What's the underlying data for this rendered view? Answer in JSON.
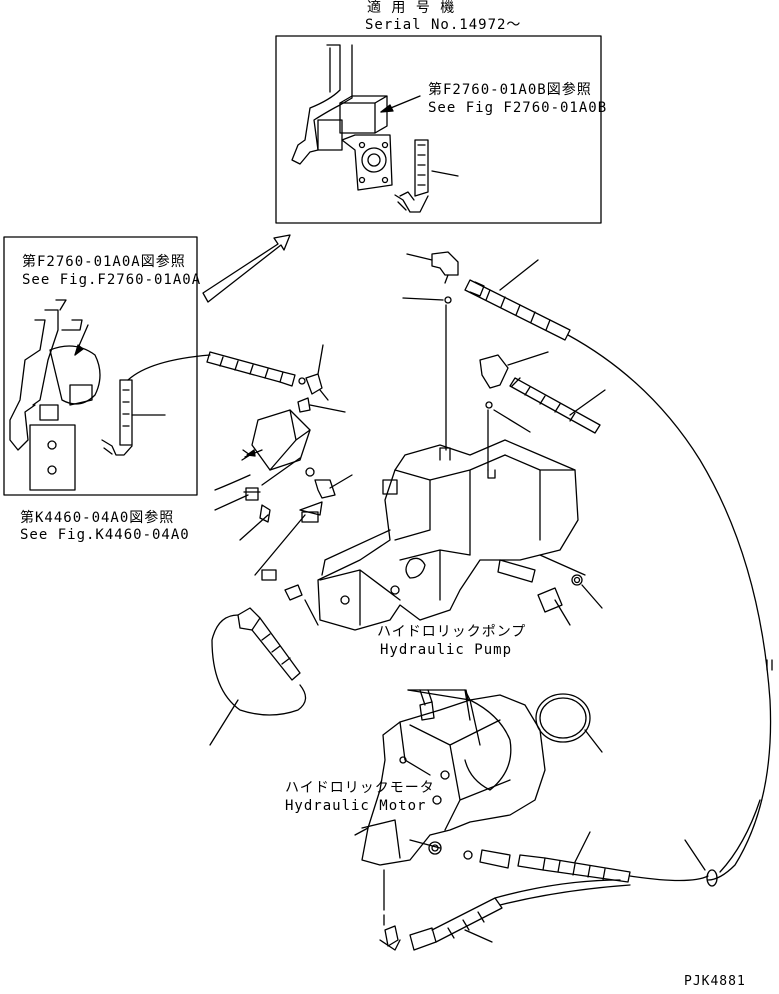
{
  "header": {
    "serial_jp": "適 用 号 機",
    "serial_en": "Serial No.14972～"
  },
  "callouts": {
    "fig_a_jp": "第F2760-01A0A図参照",
    "fig_a_en": "See Fig.F2760-01A0A",
    "fig_b_jp": "第F2760-01A0B図参照",
    "fig_b_en": "See Fig F2760-01A0B",
    "fig_k_jp": "第K4460-04A0図参照",
    "fig_k_en": "See Fig.K4460-04A0"
  },
  "components": {
    "pump_jp": "ハイドロリックポンプ",
    "pump_en": "Hydraulic Pump",
    "motor_jp": "ハイドロリックモータ",
    "motor_en": "Hydraulic Motor"
  },
  "footer": {
    "drawing_code": "PJK4881"
  }
}
